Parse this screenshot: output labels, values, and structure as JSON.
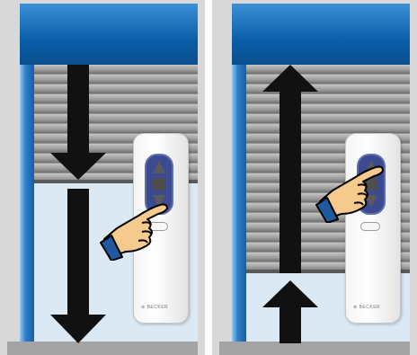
{
  "panels": [
    {
      "state": "closing",
      "remote": {
        "brand": "⊛ BECKER",
        "pressed_button": "down"
      }
    },
    {
      "state": "opening",
      "remote": {
        "brand": "⊛ BECKER",
        "pressed_button": "up"
      }
    }
  ],
  "colors": {
    "frame_blue": "#0b5ea9",
    "arrow": "#111111",
    "remote_pad": "#3c4b8f",
    "hand_fill": "#f6c98c",
    "hand_cuff": "#1f5aa0",
    "window_glass": "#dbe9f4",
    "shutter_gray": "#9a9a9a"
  },
  "icons": [
    "arrow-down-icon",
    "arrow-up-icon",
    "pointing-hand-icon",
    "remote-control"
  ]
}
